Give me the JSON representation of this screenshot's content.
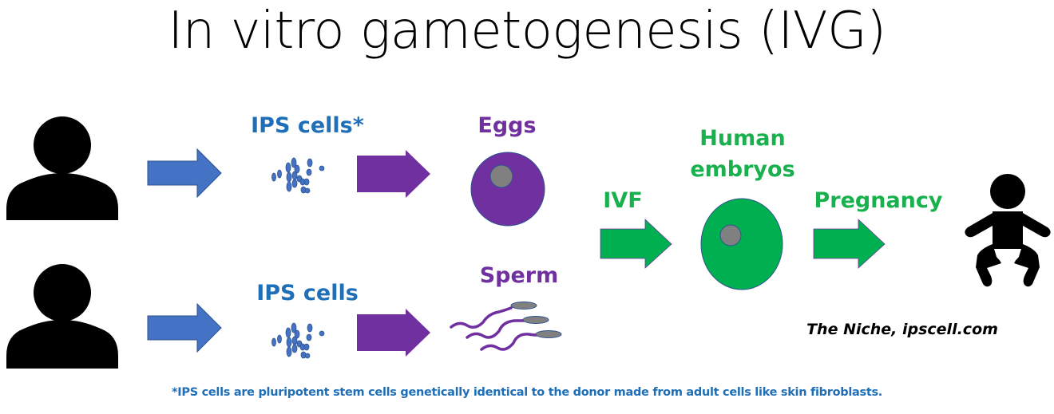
{
  "title": "In vitro gametogenesis (IVG)",
  "labels": {
    "ips_top": "IPS cells*",
    "ips_bottom": "IPS cells",
    "eggs": "Eggs",
    "sperm": "Sperm",
    "ivf": "IVF",
    "embryos_line1": "Human",
    "embryos_line2": "embryos",
    "pregnancy": "Pregnancy"
  },
  "credit": "The Niche, ipscell.com",
  "footnote": "*IPS cells are pluripotent stem cells genetically identical to the donor made from adult cells like skin fibroblasts.",
  "colors": {
    "blue_arrow": "#4472c4",
    "purple": "#7030a0",
    "green": "#00b050",
    "nucleus": "#808080",
    "label_blue": "#1f6fb8",
    "label_green": "#19b04e"
  },
  "icons": [
    "person-icon",
    "person-icon",
    "cells-cluster-icon",
    "egg-cell-icon",
    "sperm-icon",
    "embryo-icon",
    "baby-icon",
    "arrow-right-icon"
  ]
}
